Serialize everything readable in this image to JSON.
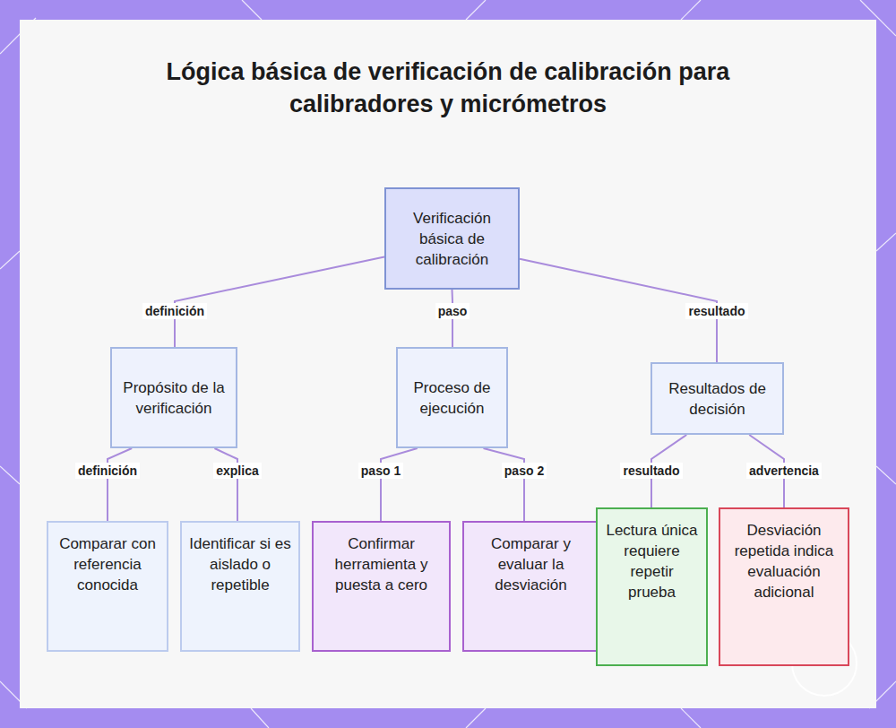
{
  "diagram": {
    "title": "Lógica básica de verificación de calibración para calibradores y micrómetros",
    "nodes": [
      {
        "text": [
          "Verificación básica de calibración"
        ]
      },
      {
        "text": [
          "Propósito de la verificación"
        ]
      },
      {
        "text": [
          "Proceso de ejecución"
        ]
      },
      {
        "text": [
          "Resultados de decisión"
        ]
      },
      {
        "text": [
          "Comparar con referencia conocida"
        ]
      },
      {
        "text": [
          "Identificar si es aislado o repetible"
        ]
      },
      {
        "text": [
          "Confirmar herramienta y puesta a cero"
        ]
      },
      {
        "text": [
          "Comparar y evaluar la desviación"
        ]
      },
      {
        "text": [
          "Lectura única requiere repetir prueba"
        ]
      },
      {
        "text": [
          "Desviación repetida indica evaluación adicional"
        ]
      }
    ],
    "edges": [
      {
        "from": 0,
        "to": 1,
        "label": "definición",
        "arrow": "none"
      },
      {
        "from": 0,
        "to": 2,
        "label": "paso",
        "arrow": "none"
      },
      {
        "from": 0,
        "to": 3,
        "label": "resultado",
        "arrow": "none"
      },
      {
        "from": 1,
        "to": 4,
        "label": "definición",
        "arrow": "none"
      },
      {
        "from": 1,
        "to": 5,
        "label": "explica",
        "arrow": "none"
      },
      {
        "from": 2,
        "to": 6,
        "label": "paso 1",
        "arrow": "none"
      },
      {
        "from": 2,
        "to": 7,
        "label": "paso 2",
        "arrow": "none"
      },
      {
        "from": 3,
        "to": 8,
        "label": "resultado",
        "arrow": "none"
      },
      {
        "from": 3,
        "to": 9,
        "label": "advertencia",
        "arrow": "none"
      }
    ]
  }
}
